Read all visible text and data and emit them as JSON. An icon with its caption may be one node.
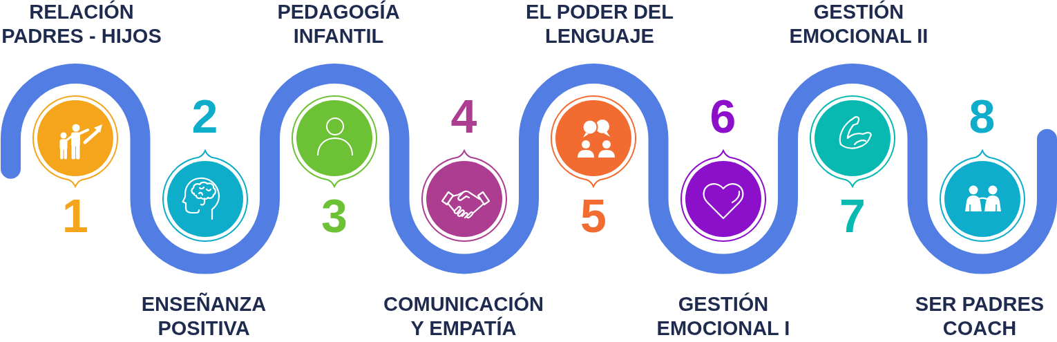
{
  "diagram": {
    "nodes": [
      {
        "text": [
          "RELACIÓN PADRES - HIJOS"
        ],
        "beside": [
          "1"
        ]
      },
      {
        "text": [
          "ENSEÑANZA POSITIVA"
        ],
        "beside": [
          "2"
        ]
      },
      {
        "text": [
          "PEDAGOGÍA INFANTIL"
        ],
        "beside": [
          "3"
        ]
      },
      {
        "text": [
          "COMUNICACIÓN Y EMPATÍA"
        ],
        "beside": [
          "4"
        ]
      },
      {
        "text": [
          "EL PODER DEL LENGUAJE"
        ],
        "beside": [
          "5"
        ]
      },
      {
        "text": [
          "GESTIÓN EMOCIONAL I"
        ],
        "beside": [
          "6"
        ]
      },
      {
        "text": [
          "GESTIÓN EMOCIONAL II"
        ],
        "beside": [
          "7"
        ]
      },
      {
        "text": [
          "SER PADRES COACH"
        ],
        "beside": [
          "8"
        ]
      }
    ]
  }
}
